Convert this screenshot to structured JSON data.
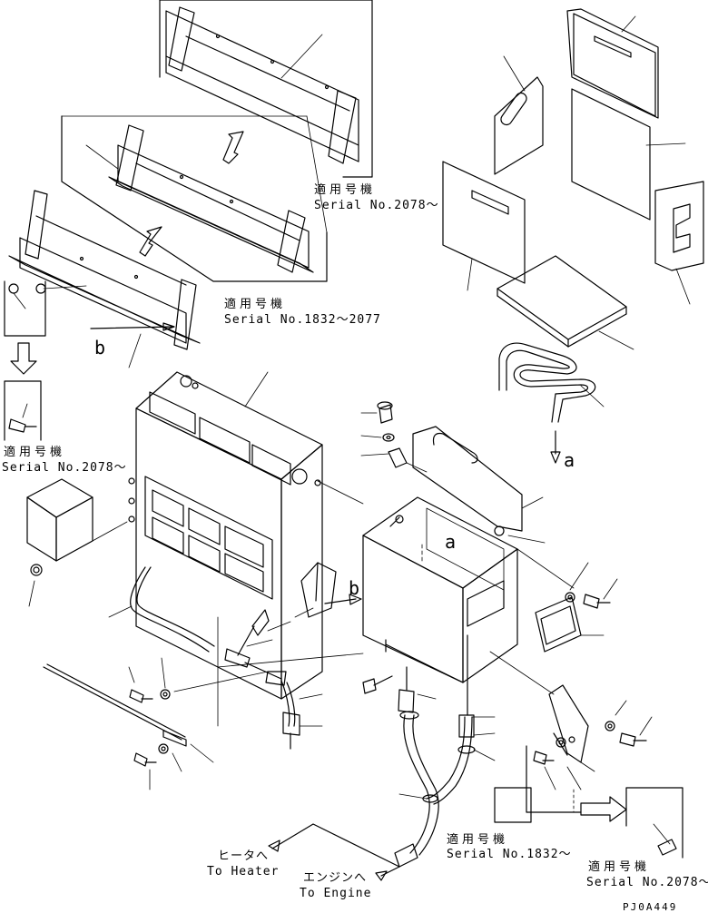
{
  "notes": {
    "n1": {
      "jp": "適用号機",
      "serial": "Serial No.2078～"
    },
    "n2": {
      "jp": "適用号機",
      "serial": "Serial No.1832～2077"
    },
    "n3": {
      "jp": "適用号機",
      "serial": "Serial No.2078～"
    },
    "n4": {
      "jp": "適用号機",
      "serial": "Serial No.1832～"
    },
    "n5": {
      "jp": "適用号機",
      "serial": "Serial No.2078～"
    }
  },
  "markers": {
    "a_top": "a",
    "a_mid": "a",
    "b_left": "b",
    "b_right": "b"
  },
  "destinations": {
    "heater_jp": "ヒータへ",
    "heater_en": "To Heater",
    "engine_jp": "エンジンへ",
    "engine_en": "To Engine"
  },
  "figure_code": "PJ0A449"
}
